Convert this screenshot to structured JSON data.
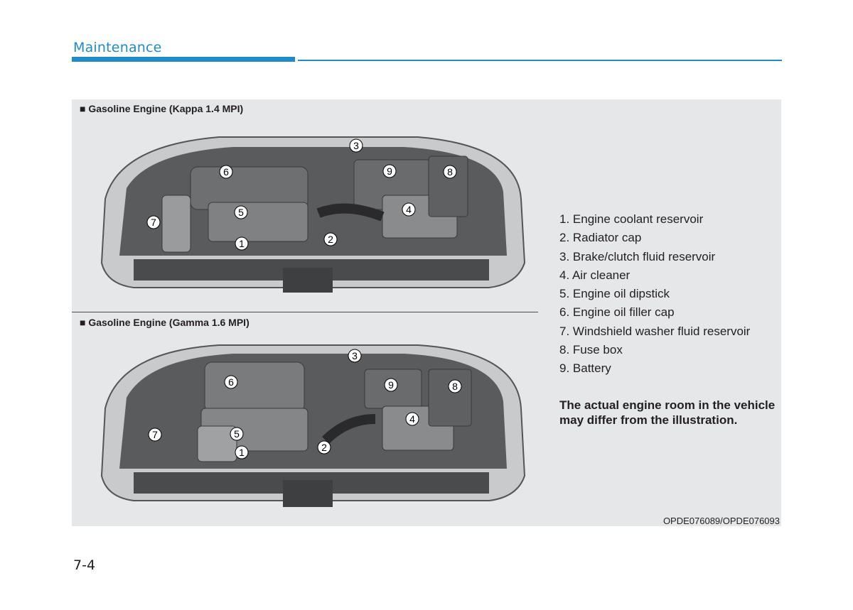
{
  "header": {
    "section": "Maintenance"
  },
  "figures": [
    {
      "caption": "■ Gasoline Engine (Kappa 1.4 MPI)",
      "markers": [
        "1",
        "2",
        "3",
        "4",
        "5",
        "6",
        "7",
        "8",
        "9"
      ]
    },
    {
      "caption": "■ Gasoline Engine (Gamma 1.6  MPI)",
      "markers": [
        "1",
        "2",
        "3",
        "4",
        "5",
        "6",
        "7",
        "8",
        "9"
      ]
    }
  ],
  "legend": [
    "1. Engine coolant reservoir",
    "2. Radiator cap",
    "3. Brake/clutch fluid reservoir",
    "4. Air cleaner",
    "5. Engine oil dipstick",
    "6. Engine oil filler cap",
    "7. Windshield washer fluid reservoir",
    "8. Fuse box",
    "9. Battery"
  ],
  "note": "The actual engine room in the vehicle may differ from the illustration.",
  "image_code": "OPDE076089/OPDE076093",
  "page_number": "7-4"
}
